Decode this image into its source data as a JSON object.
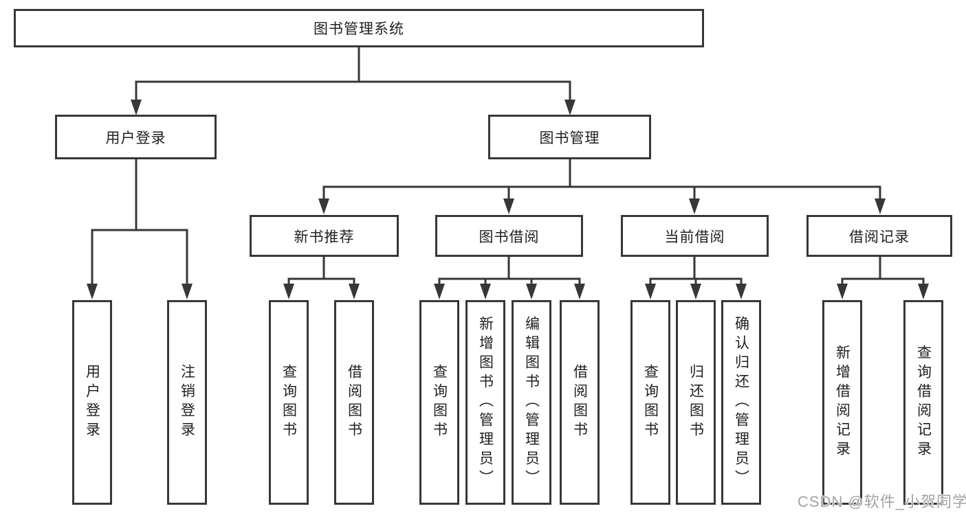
{
  "tree": {
    "label": "图书管理系统",
    "children": [
      {
        "label": "用户登录",
        "children": [
          {
            "label": "用户登录"
          },
          {
            "label": "注销登录"
          }
        ]
      },
      {
        "label": "图书管理",
        "children": [
          {
            "label": "新书推荐",
            "children": [
              {
                "label": "查询图书"
              },
              {
                "label": "借阅图书"
              }
            ]
          },
          {
            "label": "图书借阅",
            "children": [
              {
                "label": "查询图书"
              },
              {
                "label": "新增图书（管理员）"
              },
              {
                "label": "编辑图书（管理员）"
              },
              {
                "label": "借阅图书"
              }
            ]
          },
          {
            "label": "当前借阅",
            "children": [
              {
                "label": "查询图书"
              },
              {
                "label": "归还图书"
              },
              {
                "label": "确认归还（管理员）"
              }
            ]
          },
          {
            "label": "借阅记录",
            "children": [
              {
                "label": "新增借阅记录"
              },
              {
                "label": "查询借阅记录"
              }
            ]
          }
        ]
      }
    ]
  },
  "watermark": {
    "text": "CSDN @软件_小贺同学"
  },
  "colors": {
    "line": "#373737",
    "text": "#212121",
    "watermark": "#a3a3a3"
  }
}
